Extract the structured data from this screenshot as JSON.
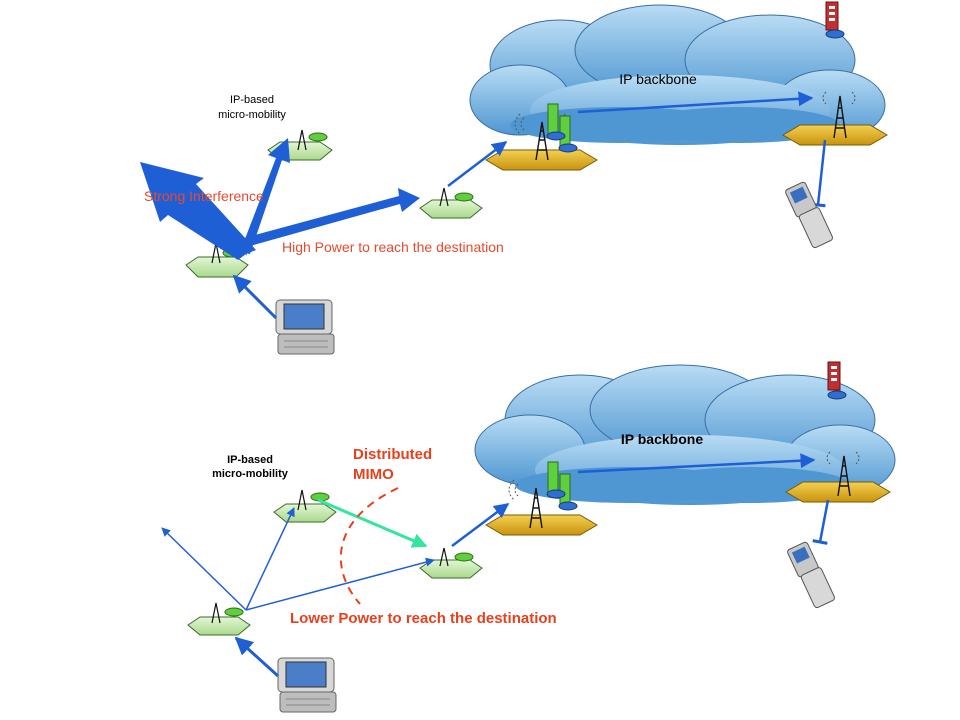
{
  "top": {
    "backbone_label": "IP backbone",
    "mobility_label_line1": "IP-based",
    "mobility_label_line2": "micro-mobility",
    "interference_label": "Strong Interference",
    "power_label": "High Power to reach the destination"
  },
  "bottom": {
    "backbone_label": "IP backbone",
    "mobility_label_line1": "IP-based",
    "mobility_label_line2": "micro-mobility",
    "mimo_label_line1": "Distributed",
    "mimo_label_line2": "MIMO",
    "power_label": "Lower Power to reach the destination"
  },
  "colors": {
    "arrow_blue": "#1f5fd6",
    "mimo_green": "#33e6a0",
    "interference_red": "#e84a2e",
    "label_red": "#e8401c",
    "cloud_fill": "#6fb0e0",
    "pad_gold": "#e6b21c",
    "pad_green": "#c9ecb4"
  }
}
